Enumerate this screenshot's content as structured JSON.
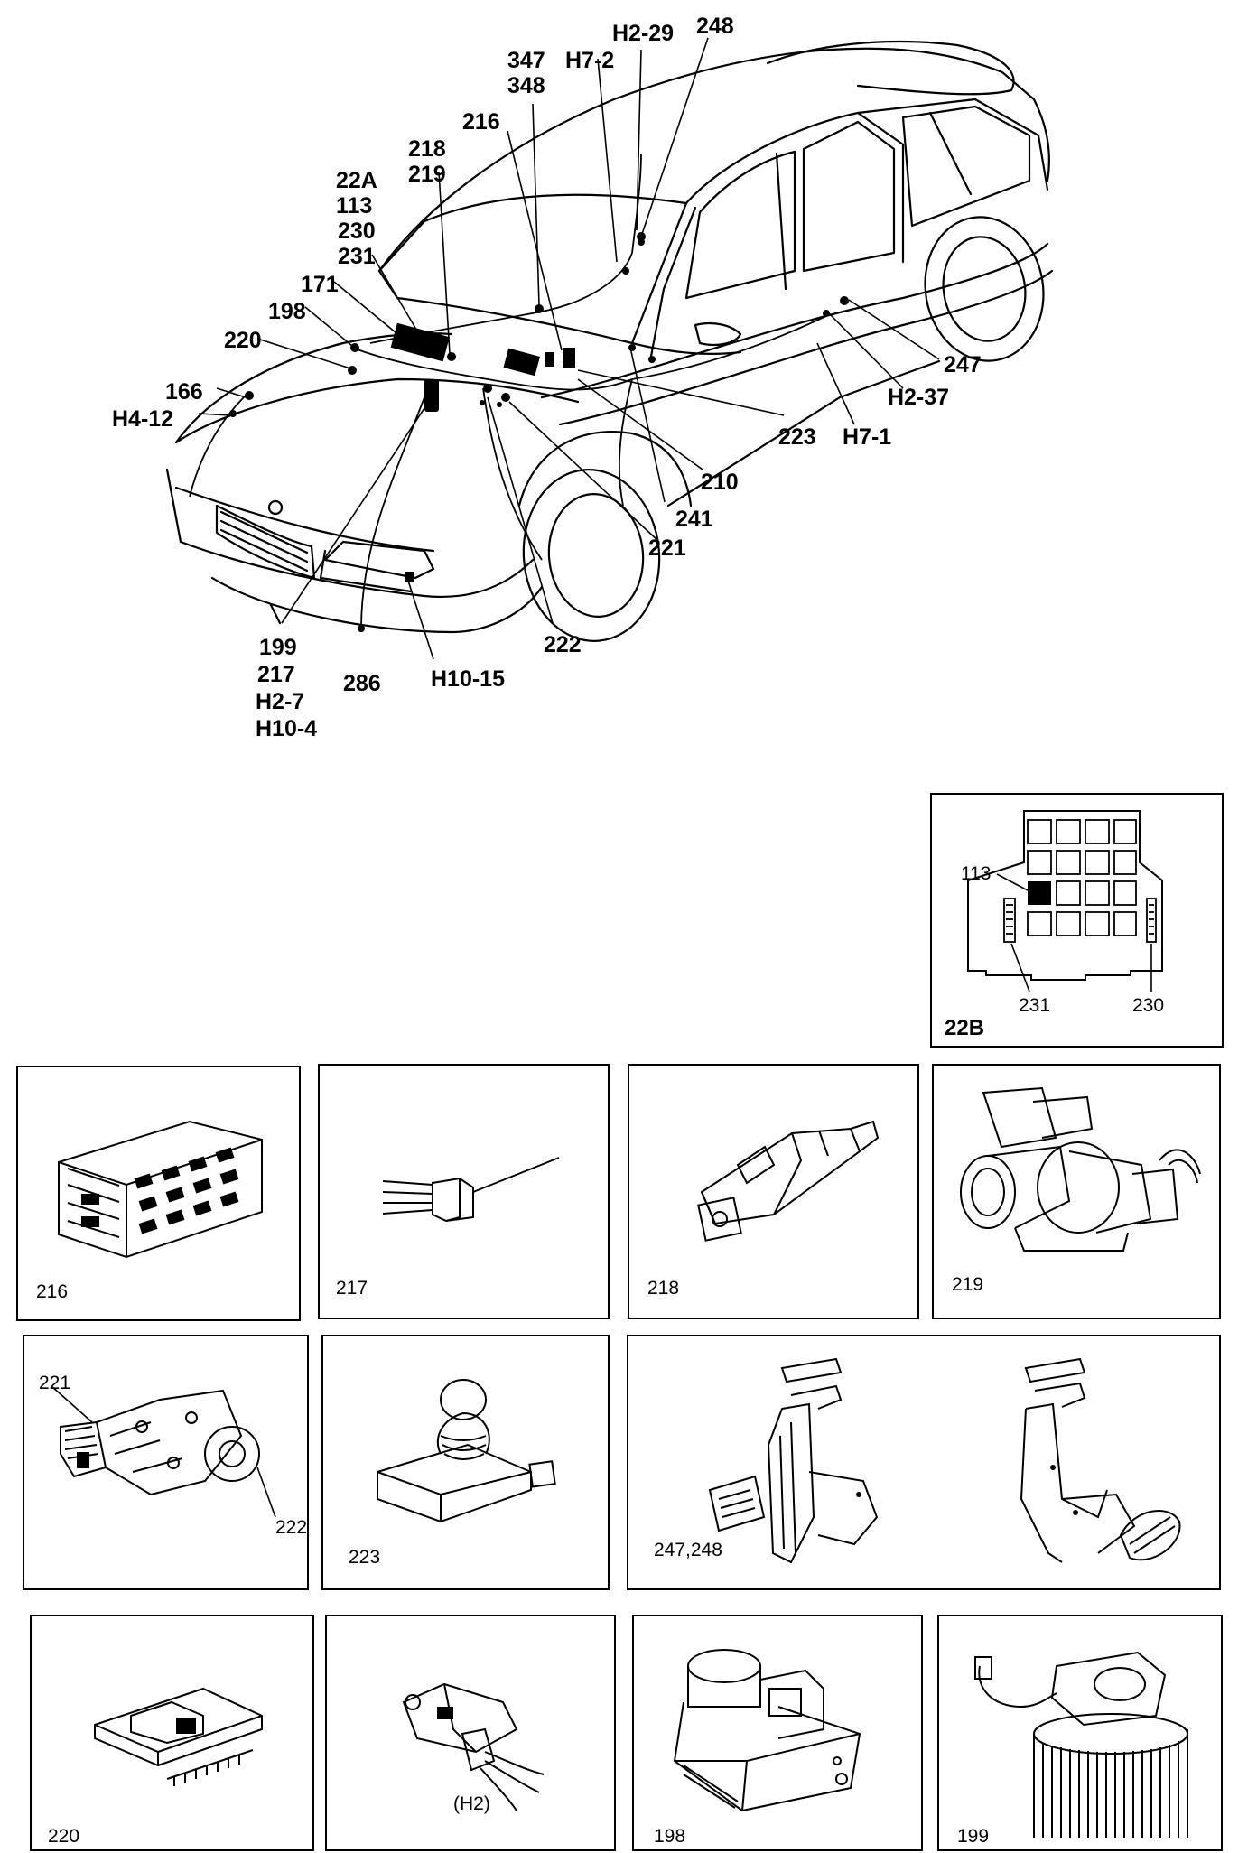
{
  "car_labels": {
    "h2_29": "H2-29",
    "p248": "248",
    "p347": "347",
    "p348": "348",
    "h7_2": "H7-2",
    "p216": "216",
    "p218": "218",
    "p219": "219",
    "p22a": "22A",
    "p113": "113",
    "p230": "230",
    "p231": "231",
    "p171": "171",
    "p198": "198",
    "p220": "220",
    "p166": "166",
    "h4_12": "H4-12",
    "p247": "247",
    "h2_37": "H2-37",
    "p223": "223",
    "h7_1": "H7-1",
    "p210": "210",
    "p241": "241",
    "p221": "221",
    "p222": "222",
    "p199": "199",
    "p217": "217",
    "h2_7": "H2-7",
    "h10_4": "H10-4",
    "p286": "286",
    "h10_15": "H10-15"
  },
  "inset_22b": {
    "title": "22B",
    "label_113": "113",
    "label_231": "231",
    "label_230": "230"
  },
  "panels": {
    "p216": "216",
    "p217": "217",
    "p218": "218",
    "p219": "219",
    "p221": "221",
    "p222": "222",
    "p223": "223",
    "p247_248": "247,248",
    "p220": "220",
    "p_h2_caption": "(H2)",
    "p198": "198",
    "p199": "199"
  }
}
